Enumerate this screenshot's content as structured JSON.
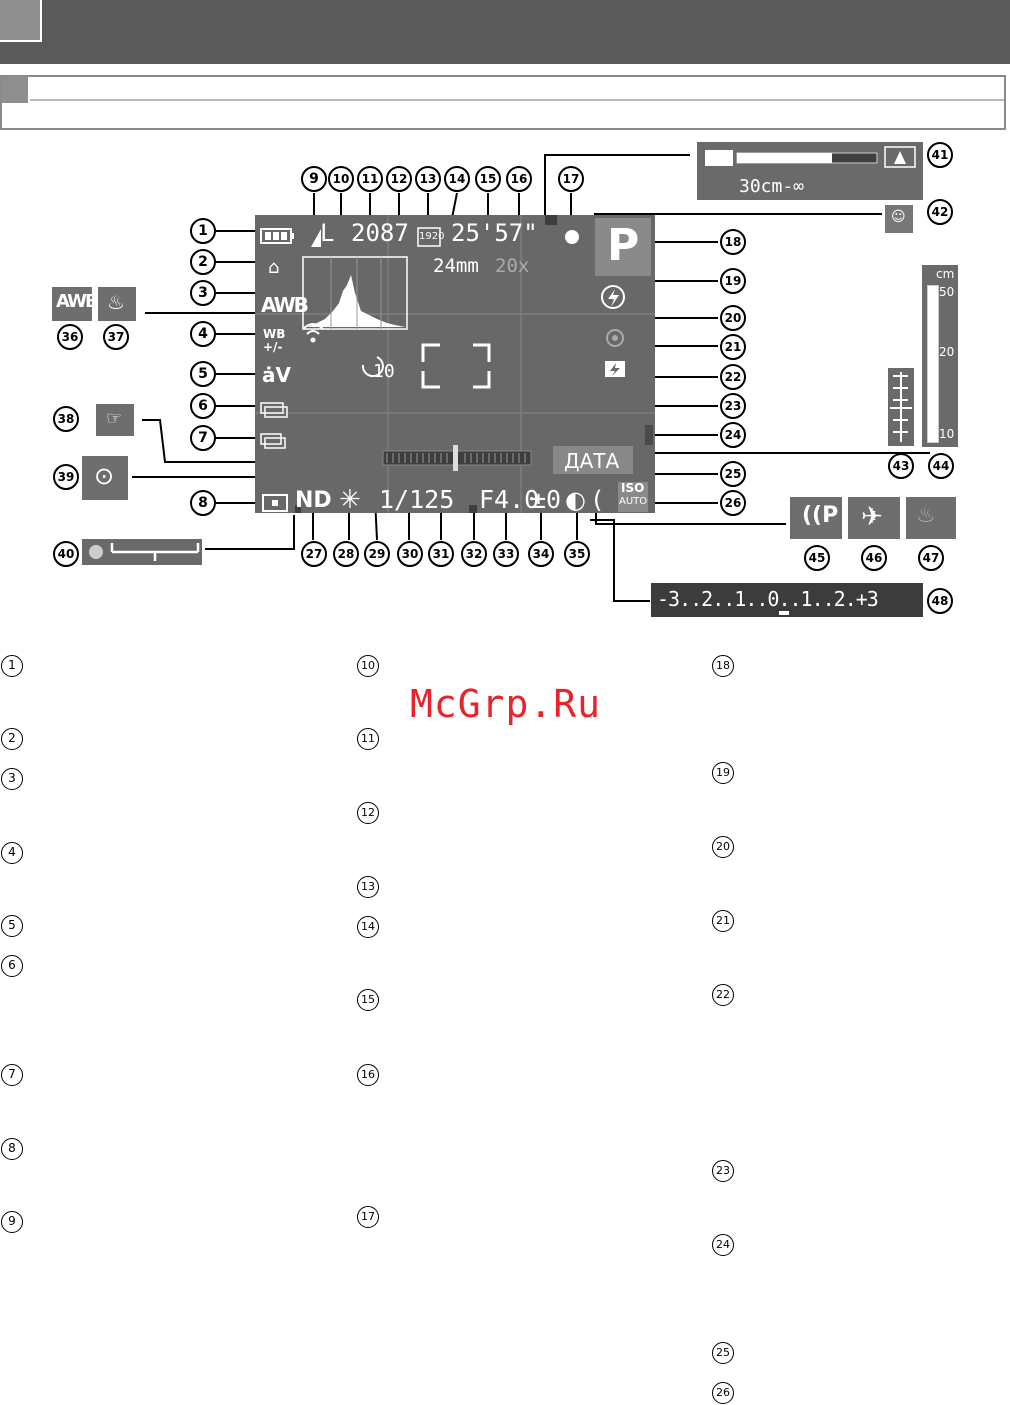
{
  "watermark": "McGrp.Ru",
  "screen": {
    "shots_remaining": "2087",
    "recording_time": "25'57\"",
    "focal_length": "24mm",
    "zoom": "20x",
    "shooting_mode": "P",
    "image_quality": "L",
    "movie_quality": "1920",
    "shutter_speed": "1/125",
    "aperture": "F4.0",
    "exposure_comp": "±0",
    "nd_filter": "ND",
    "date_stamp": "ДАТА",
    "white_balance": "AWB",
    "wb_correction": "WB\n+/-",
    "self_timer": "10",
    "iso": "ISO",
    "iso_auto": "AUTO",
    "battery_icon": "battery-icon",
    "flash_icon": "flash-icon"
  },
  "focus_range_box": {
    "range": "30cm-∞"
  },
  "mf_scale": {
    "unit": "cm",
    "ticks": [
      "50",
      "20",
      "10"
    ]
  },
  "exposure_scale": {
    "text": "-3..2..1..0..1..2.+3"
  },
  "callouts_numbers": [
    "1",
    "2",
    "3",
    "4",
    "5",
    "6",
    "7",
    "8",
    "9",
    "10",
    "11",
    "12",
    "13",
    "14",
    "15",
    "16",
    "17",
    "18",
    "19",
    "20",
    "21",
    "22",
    "23",
    "24",
    "25",
    "26",
    "27",
    "28",
    "29",
    "30",
    "31",
    "32",
    "33",
    "34",
    "35",
    "36",
    "37",
    "38",
    "39",
    "40",
    "41",
    "42",
    "43",
    "44",
    "45",
    "46",
    "47",
    "48"
  ],
  "list": {
    "col1": [
      "1",
      "2",
      "3",
      "4",
      "5",
      "6",
      "7",
      "8",
      "9"
    ],
    "col2": [
      "10",
      "11",
      "12",
      "13",
      "14",
      "15",
      "16",
      "17"
    ],
    "col3": [
      "18",
      "19",
      "20",
      "21",
      "22",
      "23",
      "24",
      "25",
      "26"
    ]
  }
}
